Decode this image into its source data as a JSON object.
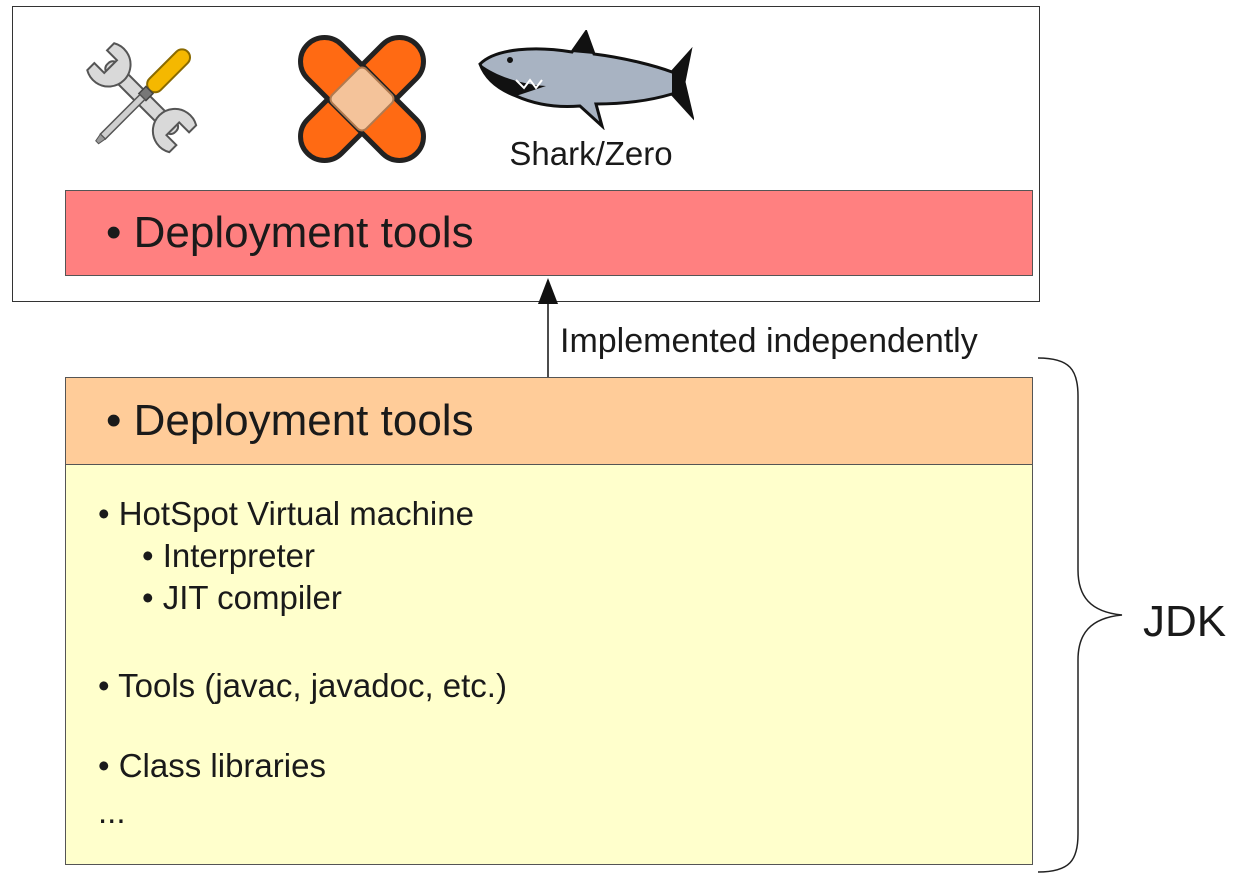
{
  "top": {
    "shark_caption": "Shark/Zero",
    "deploy_label": "• Deployment tools",
    "icons": [
      "tools-icon",
      "bandage-icon",
      "shark-icon"
    ]
  },
  "arrow": {
    "label": "Implemented independently"
  },
  "jdk_box": {
    "deploy_label": "• Deployment tools",
    "items": {
      "hotspot": "• HotSpot Virtual machine",
      "interpreter": "•   Interpreter",
      "jit": "•   JIT compiler",
      "tools": "• Tools (javac, javadoc, etc.)",
      "classlib": "• Class libraries",
      "ellipsis": "..."
    }
  },
  "brace_label": "JDK",
  "colors": {
    "red_box": "#ff8080",
    "orange_box": "#ffcc99",
    "yellow_box": "#ffffcc",
    "bandage": "#ff6a13"
  }
}
